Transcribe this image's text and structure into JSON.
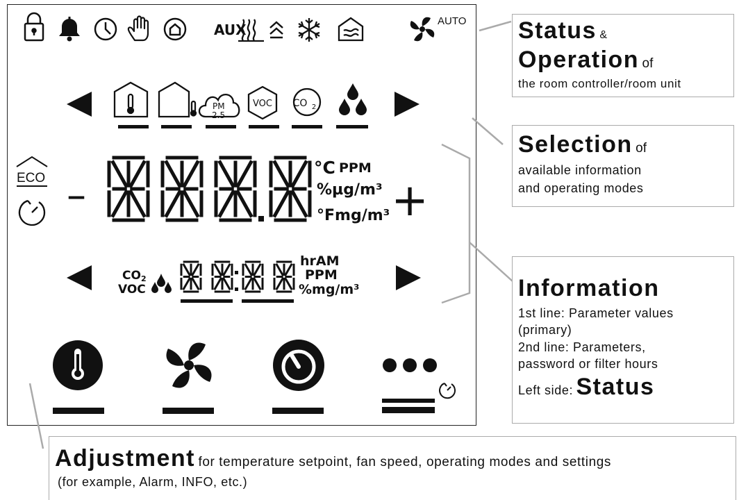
{
  "status_icons": {
    "names": [
      "lock-icon",
      "bell-icon",
      "clock-icon",
      "hand-icon",
      "home-icon",
      "heating-icon",
      "fan-level-icon",
      "snowflake-icon",
      "house-humidity-icon",
      "fan-icon"
    ],
    "aux_label": "AUX",
    "auto_label": "AUTO"
  },
  "selection": {
    "icons": [
      "house-thermometer-icon",
      "outdoor-thermometer-icon",
      "pm-cloud-icon",
      "voc-hexagon-icon",
      "co2-circle-icon",
      "droplets-icon"
    ],
    "pm_label": "PM",
    "pm_value": "2.5",
    "voc_label": "VOC",
    "co2_label": "CO",
    "co2_sub": "2"
  },
  "main_display": {
    "eco_label": "ECO",
    "minus": "–",
    "plus": "+",
    "unit_celsius": "°C",
    "unit_ppm": "PPM",
    "unit_ugm3": "%µg/m³",
    "unit_fahrenheit": "°F",
    "unit_mgm3": "mg/m³"
  },
  "second_line": {
    "co2_label": "CO",
    "co2_sub": "2",
    "voc_label": "VOC",
    "unit_hram": "hrAM",
    "unit_ppm": "PPM",
    "unit_mgm3": "%mg/m³"
  },
  "adjust_buttons": [
    "thermometer-icon",
    "fan-icon",
    "dial-icon",
    "more-dots-icon"
  ],
  "callouts": {
    "status": {
      "title_1": "Status",
      "amp": "&",
      "title_2": "Operation",
      "of": "of",
      "text": "the room controller/room unit"
    },
    "selection": {
      "title": "Selection",
      "of": "of",
      "line1": "available information",
      "line2": "and operating modes"
    },
    "information": {
      "title": "Information",
      "line1": "1st line: Parameter values",
      "line2": "(primary)",
      "line3": "2nd line: Parameters,",
      "line4": "password or filter hours",
      "left_side": "Left side:",
      "status_word": "Status"
    },
    "adjustment": {
      "title": "Adjustment",
      "line1": "for temperature setpoint, fan speed, operating modes and settings",
      "line2": "(for example, Alarm, INFO, etc.)"
    }
  }
}
